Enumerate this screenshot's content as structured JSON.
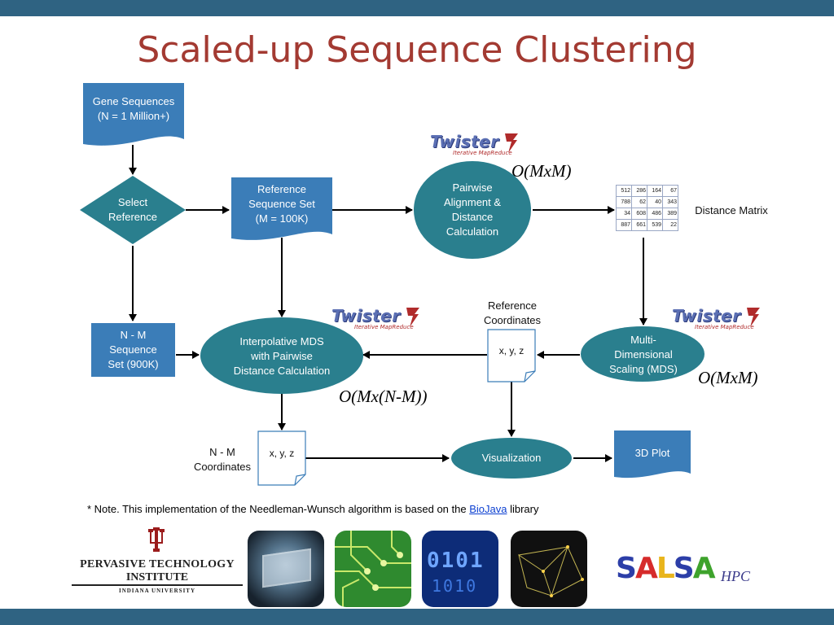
{
  "title": "Scaled-up Sequence Clustering",
  "nodes": {
    "gene_sequences": {
      "line1": "Gene Sequences",
      "line2": "(N = 1 Million+)"
    },
    "select_reference": {
      "line1": "Select",
      "line2": "Reference"
    },
    "reference_set": {
      "line1": "Reference",
      "line2": "Sequence Set",
      "line3": "(M = 100K)"
    },
    "pairwise": {
      "line1": "Pairwise",
      "line2": "Alignment &",
      "line3": "Distance",
      "line4": "Calculation"
    },
    "distance_matrix_label": "Distance Matrix",
    "nm_set": {
      "line1": "N - M",
      "line2": "Sequence",
      "line3": "Set (900K)"
    },
    "interpolative": {
      "line1": "Interpolative MDS",
      "line2": "with  Pairwise",
      "line3": "Distance Calculation"
    },
    "ref_coords_label": {
      "line1": "Reference",
      "line2": "Coordinates"
    },
    "ref_coords_doc": "x, y, z",
    "mds": {
      "line1": "Multi-",
      "line2": "Dimensional",
      "line3": "Scaling (MDS)"
    },
    "nm_coords_label": {
      "line1": "N - M",
      "line2": "Coordinates"
    },
    "nm_coords_doc": "x, y, z",
    "visualization": "Visualization",
    "plot3d": "3D Plot"
  },
  "complexity": {
    "pairwise": "O(MxM)",
    "mds": "O(MxM)",
    "interpolative": "O(Mx(N-M))"
  },
  "twister_logo": {
    "name": "Twister",
    "tagline": "Iterative MapReduce"
  },
  "distance_matrix": [
    [
      512,
      286,
      164,
      67
    ],
    [
      788,
      62,
      40,
      343
    ],
    [
      34,
      608,
      486,
      389
    ],
    [
      887,
      661,
      539,
      22
    ]
  ],
  "note": {
    "prefix": "* Note. This implementation of the Needleman-Wunsch algorithm is based on the ",
    "link": "BioJava",
    "suffix": " library"
  },
  "footer": {
    "pti_line1": "PERVASIVE TECHNOLOGY",
    "pti_line2": "INSTITUTE",
    "pti_line3": "INDIANA UNIVERSITY",
    "salsa": "SALSA",
    "salsa_hpc": "HPC"
  },
  "colors": {
    "accent": "#2f6382",
    "node": "#2a7f8e",
    "doc": "#3b7db8",
    "title": "#a33a32"
  }
}
